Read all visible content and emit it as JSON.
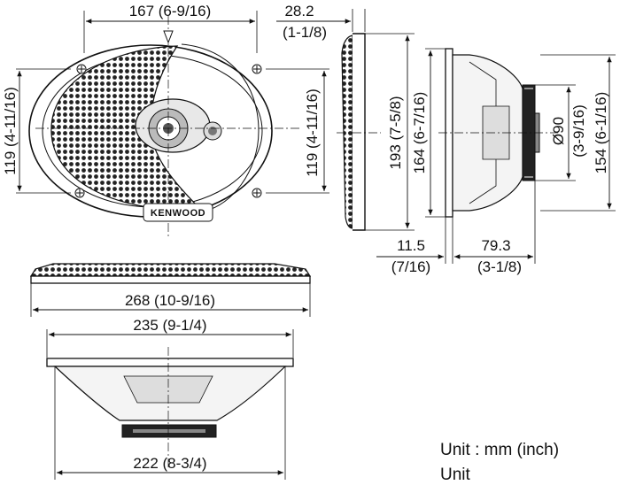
{
  "brand": "KENWOOD",
  "dimensions": {
    "top_width": "167 (6-9/16)",
    "depth_flange_mm": "28.2",
    "depth_flange_in": "(1-1/8)",
    "left_height": "119 (4-11/16)",
    "mid_height": "119 (4-11/16)",
    "outer_height": "193 (7-5/8)",
    "inner_height": "164 (6-7/16)",
    "magnet_dia": "Ø90",
    "magnet_dia_in": "(3-9/16)",
    "frame_height": "154 (6-1/16)",
    "flange_thick_mm": "11.5",
    "flange_thick_in": "(7/16)",
    "mount_depth_mm": "79.3",
    "mount_depth_in": "(3-1/8)",
    "overall_width": "268 (10-9/16)",
    "cutout_width": "235 (9-1/4)",
    "basket_width": "222 (8-3/4)"
  },
  "unit_note": "Unit : mm (inch)",
  "unit_note_cut": "Unit"
}
